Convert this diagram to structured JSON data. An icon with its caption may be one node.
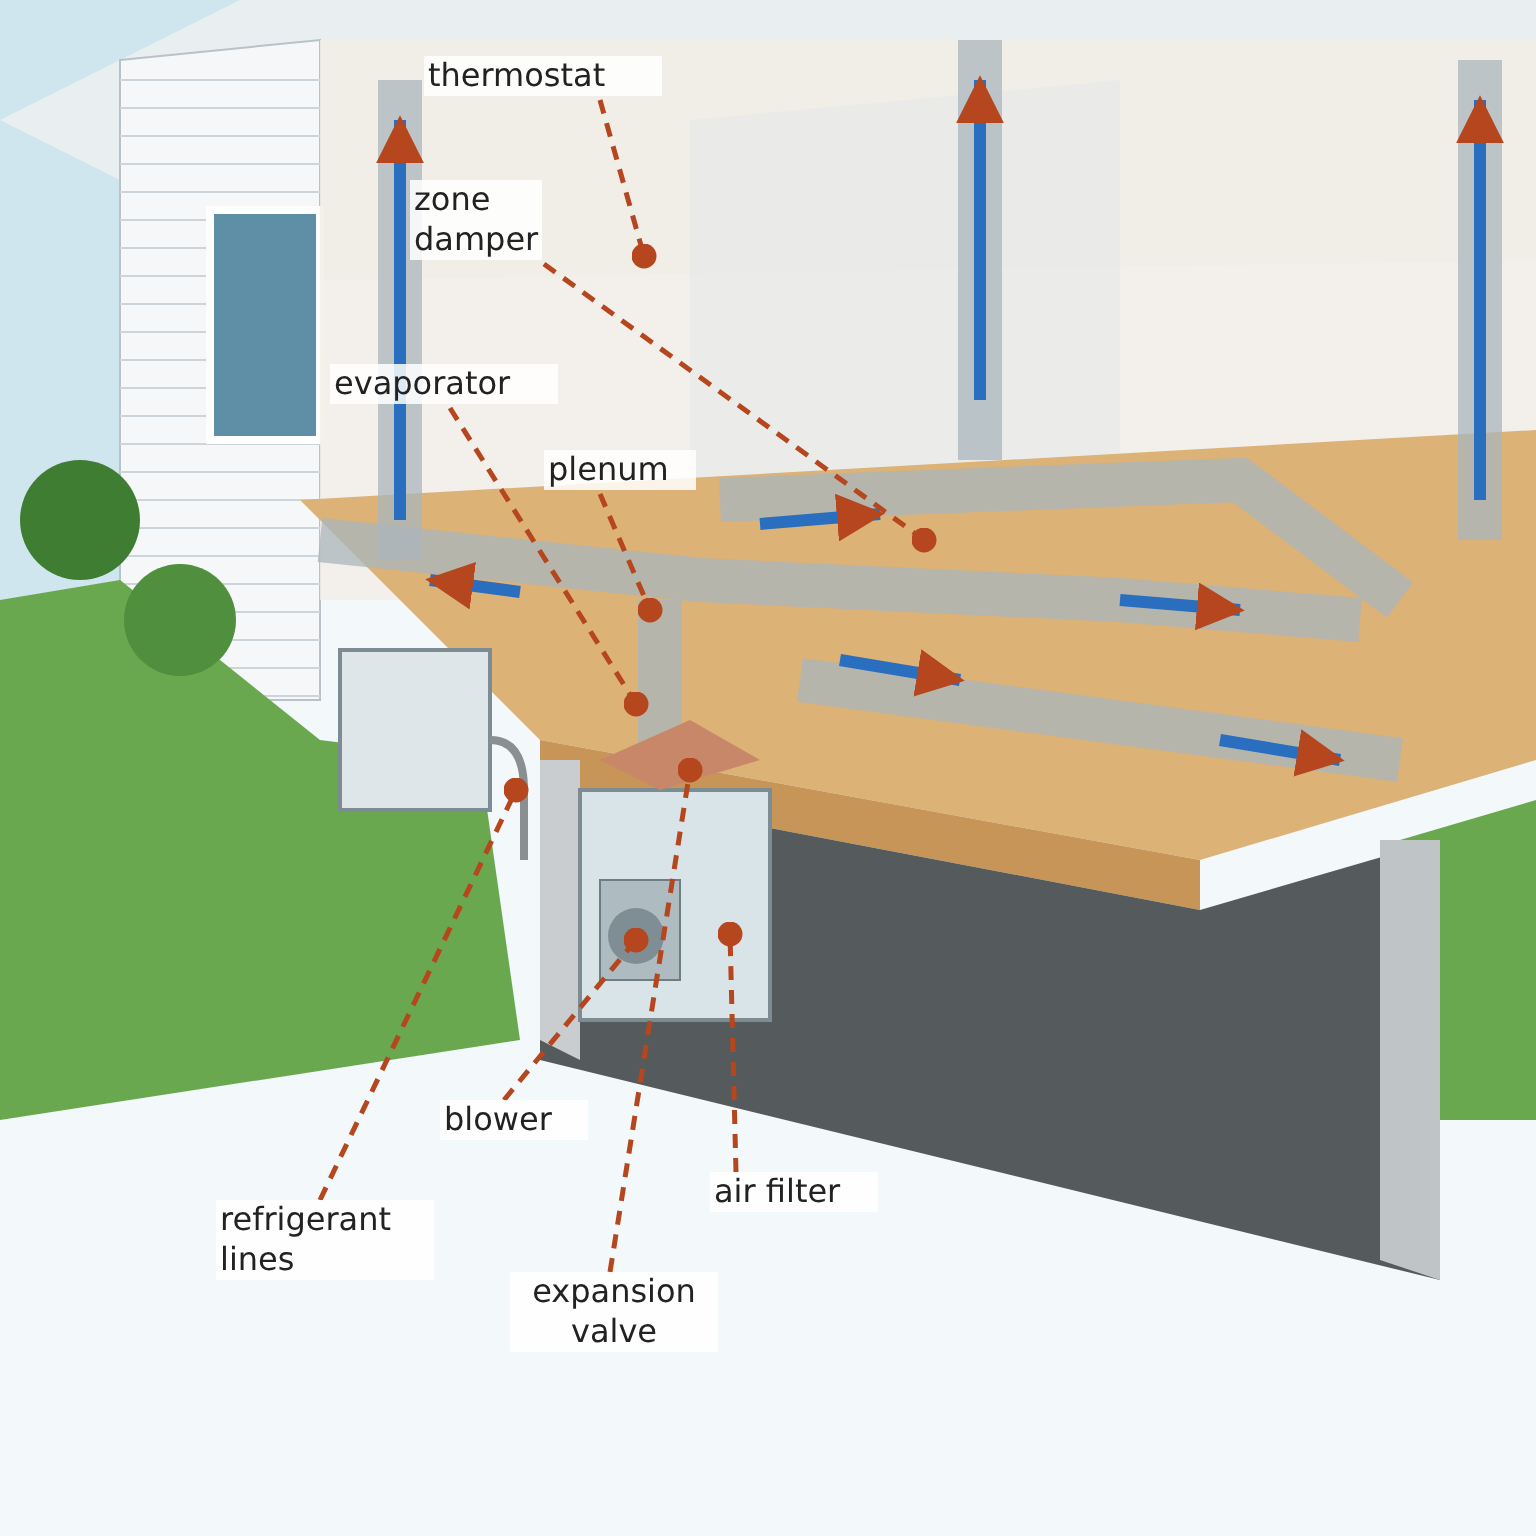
{
  "diagram": {
    "nodes": [
      {
        "text": [
          "thermostat"
        ]
      },
      {
        "text": [
          "zone damper"
        ]
      },
      {
        "text": [
          "evaporator"
        ]
      },
      {
        "text": [
          "plenum"
        ]
      },
      {
        "text": [
          "blower"
        ]
      },
      {
        "text": [
          "air filter"
        ]
      },
      {
        "text": [
          "refrigerant lines"
        ]
      },
      {
        "text": [
          "expansion valve"
        ]
      }
    ],
    "edges": [
      {
        "from": 0,
        "to": null,
        "arrow": "other",
        "style": "dashed"
      },
      {
        "from": 1,
        "to": null,
        "arrow": "other",
        "style": "dashed"
      },
      {
        "from": 2,
        "to": null,
        "arrow": "other",
        "style": "dashed"
      },
      {
        "from": 3,
        "to": null,
        "arrow": "other",
        "style": "dashed"
      },
      {
        "from": 4,
        "to": null,
        "arrow": "other",
        "style": "dashed"
      },
      {
        "from": 5,
        "to": null,
        "arrow": "other",
        "style": "dashed"
      },
      {
        "from": 6,
        "to": null,
        "arrow": "other",
        "style": "dashed"
      },
      {
        "from": 7,
        "to": null,
        "arrow": "other",
        "style": "dashed"
      }
    ]
  }
}
